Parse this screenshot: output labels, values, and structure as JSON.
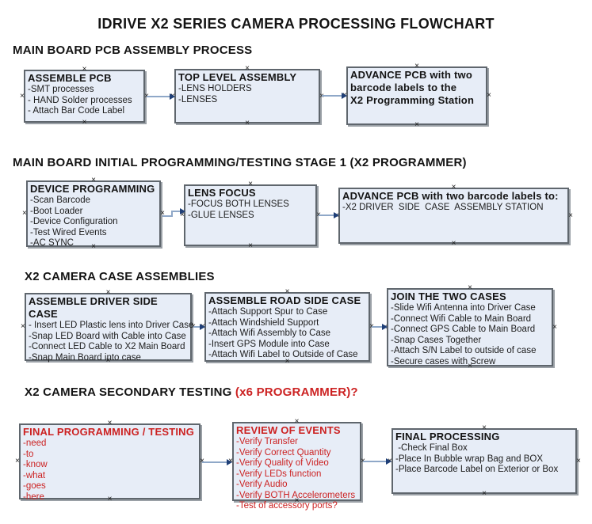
{
  "title": "IDRIVE X2  SERIES CAMERA PROCESSING FLOWCHART",
  "colors": {
    "box_fill": "#e7edf7",
    "box_border": "#5f666d",
    "red_text": "#cc2222",
    "arrow_line": "#8fa8c8",
    "arrow_head": "#1f3f77"
  },
  "sections": [
    {
      "header": "MAIN BOARD PCB ASSEMBLY PROCESS",
      "boxes": [
        {
          "title": "ASSEMBLE PCB",
          "lines": [
            "-SMT processes",
            "- HAND Solder processes",
            "- Attach Bar Code Label"
          ]
        },
        {
          "title": "TOP LEVEL ASSEMBLY",
          "lines": [
            "-LENS HOLDERS",
            "-LENSES"
          ]
        },
        {
          "title": "ADVANCE PCB with two barcode labels to the\n X2 Programming Station",
          "lines": []
        }
      ]
    },
    {
      "header": "MAIN BOARD INITIAL PROGRAMMING/TESTING STAGE 1 (X2 PROGRAMMER)",
      "boxes": [
        {
          "title": "DEVICE PROGRAMMING",
          "lines": [
            "-Scan Barcode",
            "-Boot Loader",
            "-Device Configuration",
            "-Test Wired Events",
            "-AC SYNC"
          ]
        },
        {
          "title": "LENS FOCUS",
          "lines": [
            "-FOCUS BOTH LENSES",
            "-GLUE LENSES"
          ]
        },
        {
          "title": "ADVANCE PCB with two barcode labels to:",
          "lines": [
            "-X2 DRIVER  SIDE  CASE  ASSEMBLY STATION"
          ]
        }
      ]
    },
    {
      "header": "X2 CAMERA CASE ASSEMBLIES",
      "boxes": [
        {
          "title": "ASSEMBLE DRIVER SIDE CASE",
          "lines": [
            "- Insert LED Plastic lens into Driver Case",
            "-Snap LED Board with Cable into Case",
            "-Connect LED Cable to X2 Main Board",
            "-Snap Main Board into case"
          ]
        },
        {
          "title": "ASSEMBLE ROAD SIDE CASE",
          "lines": [
            "-Attach Support Spur to Case",
            "-Attach Windshield Support",
            "-Attach Wifi Assembly to Case",
            "-Insert GPS Module into Case",
            "-Attach Wifi Label to Outside of Case"
          ]
        },
        {
          "title": "JOIN THE TWO CASES",
          "lines": [
            "-Slide Wifi Antenna into Driver Case",
            "-Connect Wifi Cable to Main Board",
            "-Connect GPS Cable to Main Board",
            "-Snap Cases Together",
            "-Attach S/N Label to outside of case",
            "-Secure cases with Screw"
          ]
        }
      ]
    },
    {
      "header": "X2 CAMERA SECONDARY TESTING ",
      "header_red": "(x6 PROGRAMMER)?",
      "boxes": [
        {
          "title": "FINAL PROGRAMMING / TESTING",
          "lines": [
            "-need",
            "-to",
            "-know",
            "-what",
            "-goes",
            "-here"
          ]
        },
        {
          "title": "REVIEW OF EVENTS",
          "lines": [
            "-Verify Transfer",
            "-Verify Correct Quantity",
            "-Verify Quality of Video",
            "-Verify LEDs function",
            "-Verify Audio",
            "-Verify BOTH Accelerometers",
            "-Test of accessory ports?"
          ]
        },
        {
          "title": "FINAL PROCESSING",
          "lines": [
            " -Check Final Box",
            "-Place In Bubble wrap Bag and BOX",
            "-Place Barcode Label on Exterior or Box"
          ]
        }
      ]
    }
  ]
}
